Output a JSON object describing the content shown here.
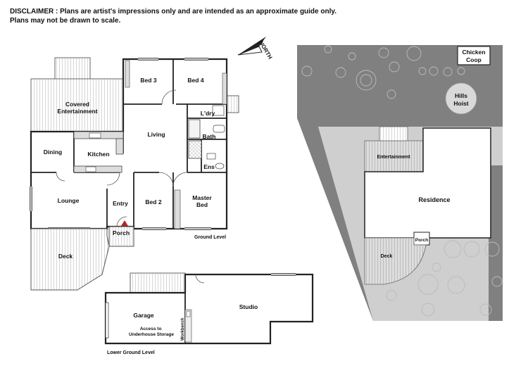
{
  "disclaimer": {
    "line1": "DISCLAIMER : Plans are artist's impressions only and are intended as an approximate guide only.",
    "line2": "Plans may not be drawn to scale."
  },
  "compass": {
    "label": "NORTH"
  },
  "ground_floor": {
    "level_label": "Ground Level",
    "rooms": {
      "covered_entertainment": "Covered Entertainment",
      "bed3": "Bed 3",
      "bed4": "Bed 4",
      "laundry": "L'dry",
      "bath": "Bath",
      "ens": "Ens",
      "living": "Living",
      "dining": "Dining",
      "kitchen": "Kitchen",
      "lounge": "Lounge",
      "entry": "Entry",
      "bed2": "Bed 2",
      "master_bed": "Master Bed",
      "porch": "Porch",
      "deck": "Deck"
    }
  },
  "lower_floor": {
    "level_label": "Lower Ground Level",
    "rooms": {
      "garage": "Garage",
      "access": "Access to Underhouse Storage",
      "workbench": "Workbench",
      "studio": "Studio"
    }
  },
  "site_plan": {
    "chicken_coop": "Chicken Coop",
    "hills_hoist": "Hills Hoist",
    "entertainment": "Entertainment",
    "residence": "Residence",
    "porch": "Porch",
    "deck": "Deck"
  }
}
